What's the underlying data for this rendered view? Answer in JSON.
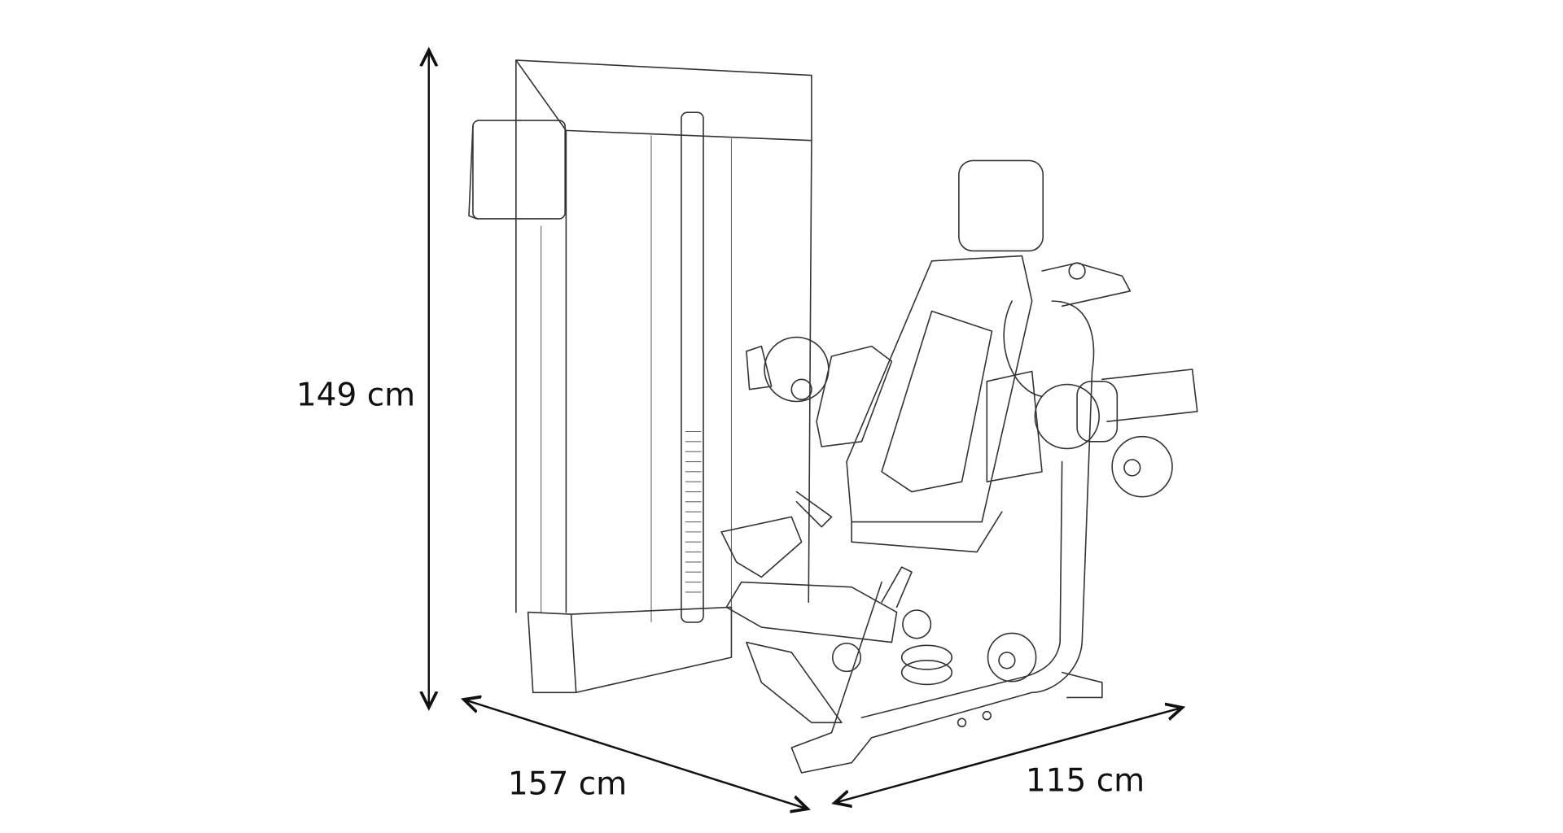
{
  "dimensions": {
    "height": "149 cm",
    "depth": "157 cm",
    "width": "115 cm"
  }
}
